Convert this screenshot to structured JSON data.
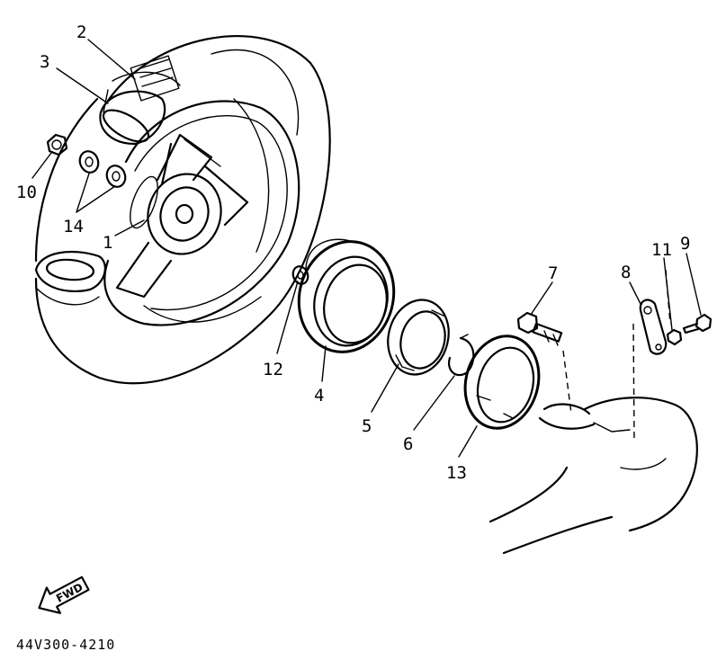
{
  "diagram": {
    "drawing_code": "44V300-4210",
    "direction_label": "FWD",
    "parts": [
      {
        "callout": "1",
        "name": "wheel"
      },
      {
        "callout": "2",
        "name": "tire"
      },
      {
        "callout": "3",
        "name": "tube"
      },
      {
        "callout": "4",
        "name": "brake drum"
      },
      {
        "callout": "5",
        "name": "brake shoe"
      },
      {
        "callout": "6",
        "name": "spring"
      },
      {
        "callout": "7",
        "name": "camshaft"
      },
      {
        "callout": "8",
        "name": "camshaft lever"
      },
      {
        "callout": "9",
        "name": "bolt"
      },
      {
        "callout": "10",
        "name": "nut"
      },
      {
        "callout": "11",
        "name": "nut"
      },
      {
        "callout": "12",
        "name": "washer"
      },
      {
        "callout": "13",
        "name": "brake shoe plate"
      },
      {
        "callout": "14",
        "name": "washer"
      }
    ]
  }
}
